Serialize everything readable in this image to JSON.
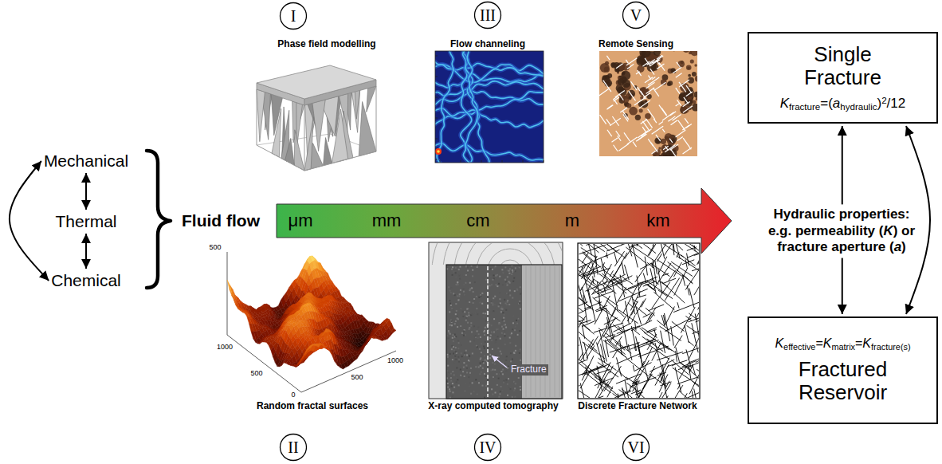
{
  "diagram": {
    "nodes": [
      {
        "text": [
          "Mechanical"
        ]
      },
      {
        "text": [
          "Thermal"
        ]
      },
      {
        "text": [
          "Chemical"
        ]
      },
      {
        "text": [
          "I"
        ]
      },
      {
        "text": [
          "III"
        ]
      },
      {
        "text": [
          "V"
        ]
      },
      {
        "text": [
          "II"
        ]
      },
      {
        "text": [
          "IV"
        ]
      },
      {
        "text": [
          "VI"
        ]
      },
      {
        "text": [
          "Single Fracture",
          "Kfracture=(ahydraulic)2/12"
        ]
      },
      {
        "text": [
          "Hydraulic properties: e.g. permeability (K) or fracture aperture (a)"
        ]
      },
      {
        "text": [
          "Keffective=Kmatrix=Kfracture(s)",
          "Fractured Reservoir"
        ]
      }
    ],
    "edges": [
      {
        "from": 0,
        "to": 1,
        "arrow": "both"
      },
      {
        "from": 1,
        "to": 2,
        "arrow": "both"
      },
      {
        "from": 0,
        "to": 2,
        "arrow": "both"
      },
      {
        "from": 10,
        "to": 9,
        "arrow": "to"
      },
      {
        "from": 10,
        "to": 11,
        "arrow": "to"
      },
      {
        "from": 9,
        "to": 11,
        "arrow": "both"
      }
    ],
    "labels": [
      "Phase field modelling",
      "Flow channeling",
      "Remote Sensing",
      "Fluid flow",
      "μm",
      "mm",
      "cm",
      "m",
      "km",
      "500",
      "1000",
      "500",
      "0",
      "500",
      "1000",
      "Random fractal surfaces",
      "Fracture",
      "X-ray computed tomography",
      "Discrete Fracture Network"
    ]
  }
}
